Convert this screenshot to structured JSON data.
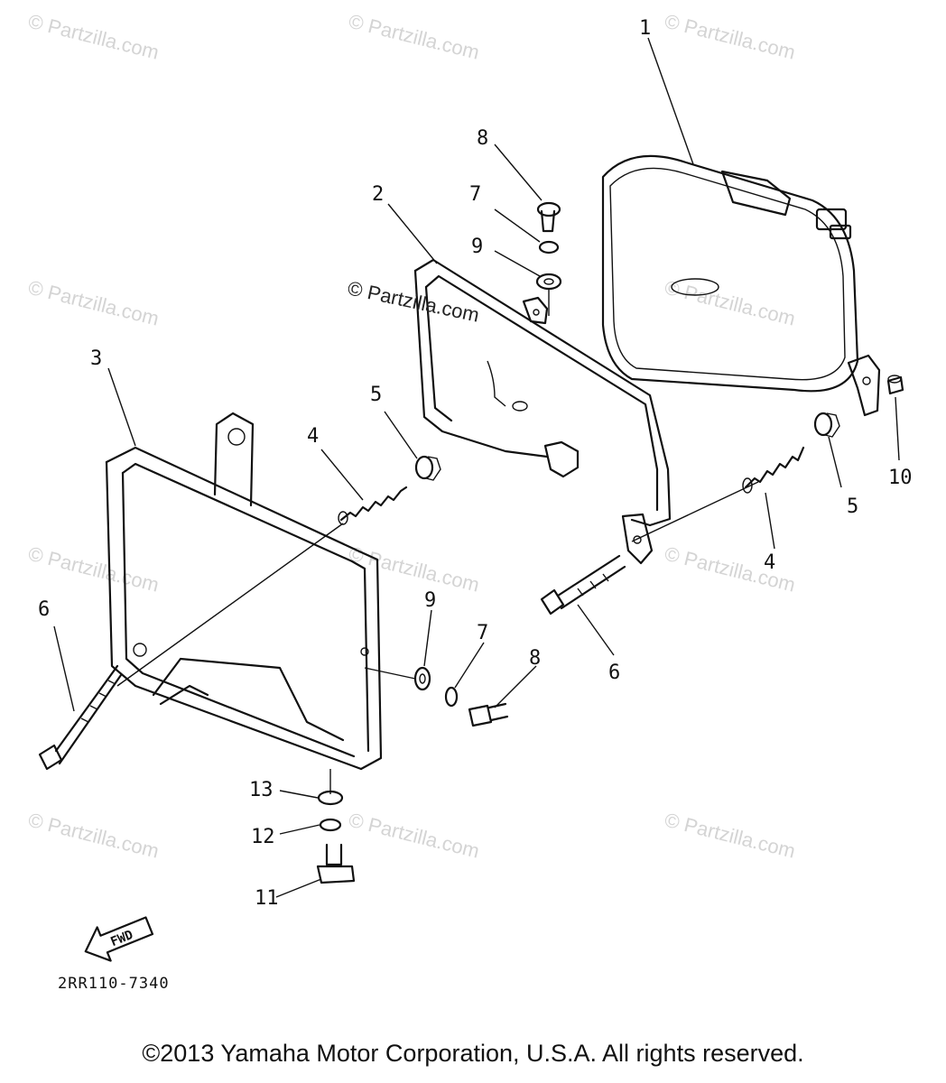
{
  "watermark": "© Partzilla.com",
  "center_watermark": "© Partzilla.com",
  "callouts": [
    "1",
    "2",
    "3",
    "4",
    "5",
    "6",
    "7",
    "8",
    "9",
    "10",
    "11",
    "12",
    "13"
  ],
  "fwd_label": "FWD",
  "part_code": "2RR110-7340",
  "copyright": "©2013 Yamaha Motor Corporation, U.S.A. All rights reserved."
}
